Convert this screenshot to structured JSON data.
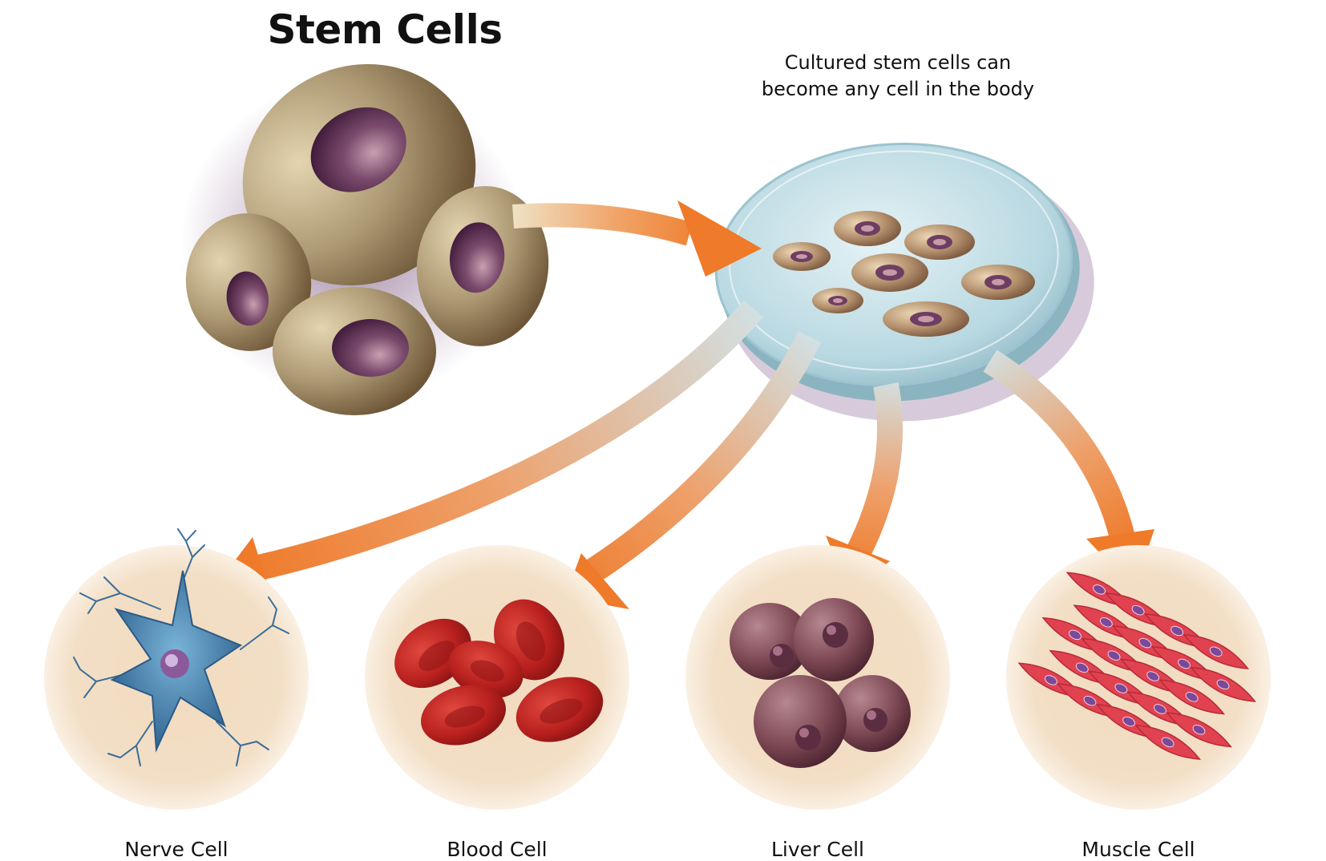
{
  "title": "Stem Cells",
  "subtitle": "Cultured stem cells can become any cell in the body",
  "cell_types": [
    {
      "label": "Nerve Cell"
    },
    {
      "label": "Blood Cell"
    },
    {
      "label": "Liver Cell"
    },
    {
      "label": "Muscle Cell"
    }
  ],
  "colors": {
    "arrow": "#ee7a2a",
    "stem_cell": "#a89570",
    "nucleus": "#6e3e62",
    "dish": "#bcdde6",
    "bubble": "#f1dbbf",
    "nerve": "#4a86b4",
    "blood": "#c72a2a",
    "liver": "#8a5660",
    "muscle": "#e0424f"
  }
}
